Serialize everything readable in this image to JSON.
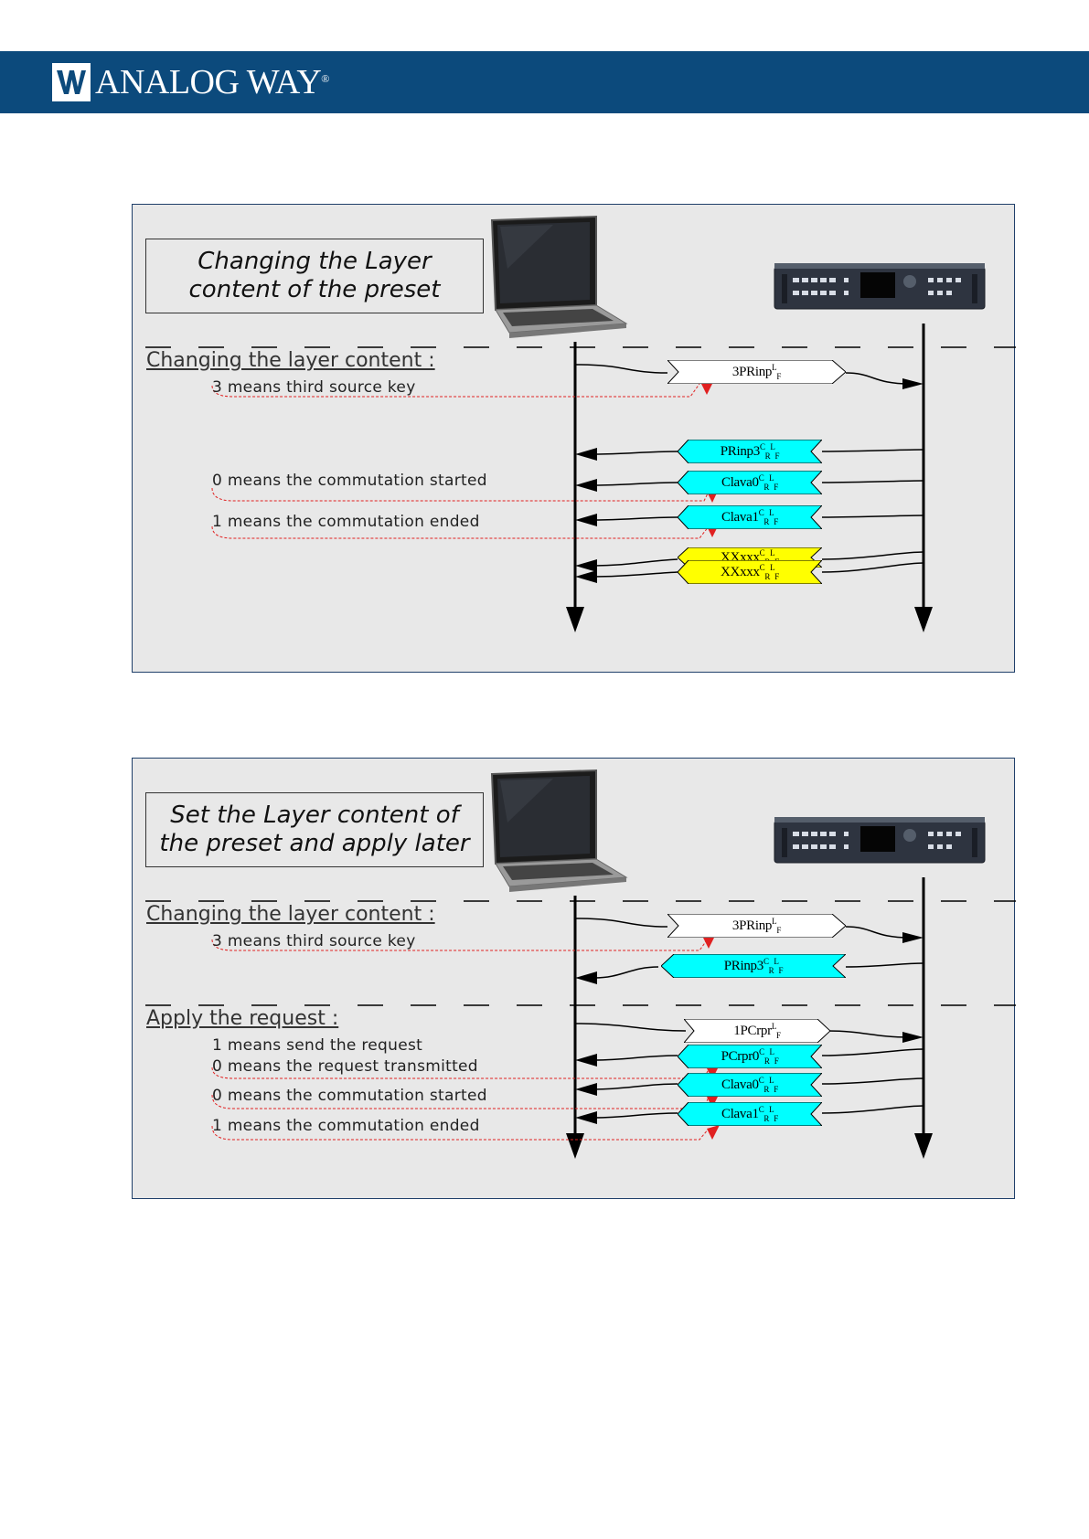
{
  "header": {
    "brand": "ANALOG WAY",
    "reg_mark": "®",
    "background_color": "#0c4a7c"
  },
  "diagram1": {
    "title_line1": "Changing the Layer",
    "title_line2": "content of the preset",
    "section": "Changing the layer content :",
    "notes": [
      "3 means third source key",
      "0 means the commutation started",
      "1 means the commutation ended"
    ],
    "messages": [
      {
        "base": "3PRinp",
        "sup": "L",
        "sub": "F",
        "direction": "to-device",
        "color": "#ffffff"
      },
      {
        "base": "PRinp3",
        "sup": "C",
        "sub": "R",
        "sup2": "L",
        "sub2": "F",
        "direction": "to-computer",
        "color": "#00ffff"
      },
      {
        "base": "Clava0",
        "sup": "C",
        "sub": "R",
        "sup2": "L",
        "sub2": "F",
        "direction": "to-computer",
        "color": "#00ffff"
      },
      {
        "base": "Clava1",
        "sup": "C",
        "sub": "R",
        "sup2": "L",
        "sub2": "F",
        "direction": "to-computer",
        "color": "#00ffff"
      },
      {
        "base": "XXxxx",
        "sup": "C",
        "sub": "R",
        "sup2": "L",
        "sub2": "F",
        "direction": "to-computer",
        "color": "#ffff00"
      },
      {
        "base": "XXxxx",
        "sup": "C",
        "sub": "R",
        "sup2": "L",
        "sub2": "F",
        "direction": "to-computer",
        "color": "#ffff00"
      }
    ]
  },
  "diagram2": {
    "title_line1": "Set the Layer content of",
    "title_line2": "the preset and apply later",
    "section1": "Changing the layer content :",
    "section2": "Apply the request :",
    "notes": [
      "3 means third source key",
      "1 means send the request",
      "0 means the request transmitted",
      "0 means the commutation started",
      "1 means the commutation ended"
    ],
    "messages": [
      {
        "base": "3PRinp",
        "sup": "L",
        "sub": "F",
        "direction": "to-device",
        "color": "#ffffff"
      },
      {
        "base": "PRinp3",
        "sup": "C",
        "sub": "R",
        "sup2": "L",
        "sub2": "F",
        "direction": "to-computer",
        "color": "#00ffff"
      },
      {
        "base": "1PCrpr",
        "sup": "L",
        "sub": "F",
        "direction": "to-device",
        "color": "#ffffff"
      },
      {
        "base": "PCrpr0",
        "sup": "C",
        "sub": "R",
        "sup2": "L",
        "sub2": "F",
        "direction": "to-computer",
        "color": "#00ffff"
      },
      {
        "base": "Clava0",
        "sup": "C",
        "sub": "R",
        "sup2": "L",
        "sub2": "F",
        "direction": "to-computer",
        "color": "#00ffff"
      },
      {
        "base": "Clava1",
        "sup": "C",
        "sub": "R",
        "sup2": "L",
        "sub2": "F",
        "direction": "to-computer",
        "color": "#00ffff"
      }
    ]
  },
  "colors": {
    "panel_bg": "#e8e8e8",
    "note_line": "#e02020",
    "cyan": "#00ffff",
    "yellow": "#ffff00"
  }
}
